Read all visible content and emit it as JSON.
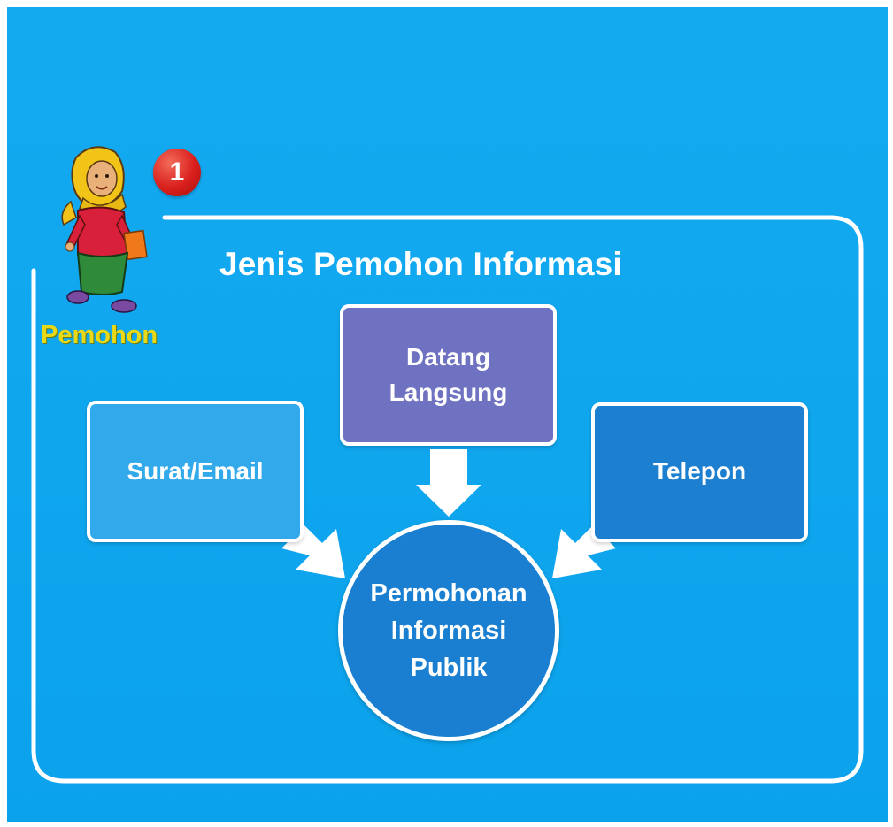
{
  "title": "Jenis Pemohon Informasi",
  "pemohon_label": "Pemohon",
  "step_number": "1",
  "channels": {
    "surat_email": "Surat/Email",
    "datang_langsung": [
      "Datang",
      "Langsung"
    ],
    "telepon": "Telepon"
  },
  "center": [
    "Permohonan",
    "Informasi",
    "Publik"
  ],
  "colors": {
    "background": "#12a8ef",
    "surat_box": "#32a9ea",
    "datang_box": "#6f72c0",
    "telepon_box": "#1d7fcf",
    "center_circle": "#1a7fd0",
    "badge": "#d91f1b",
    "pemohon_label": "#e8d816"
  }
}
